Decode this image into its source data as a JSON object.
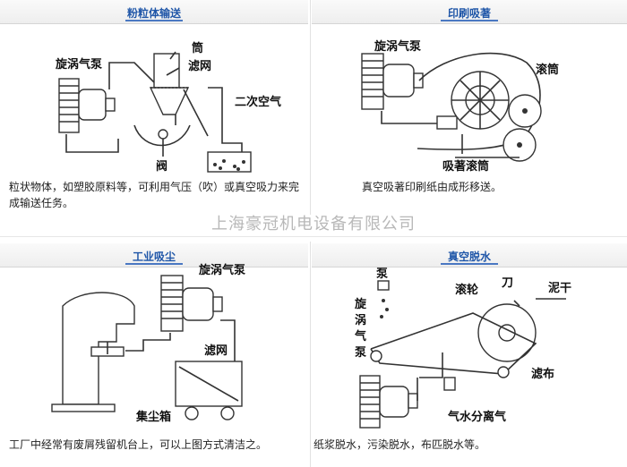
{
  "panels": {
    "powder": {
      "title": "粉粒体输送",
      "desc": "粒状物体，如塑胶原料等，可利用气压（吹）或真空吸力来完成输送任务。",
      "labels": {
        "pump": "旋涡气泵",
        "tube": "筒",
        "filter": "滤网",
        "secondary_air": "二次空气",
        "valve": "阀"
      }
    },
    "printing": {
      "title": "印刷吸著",
      "desc": "真空吸著印刷纸由成形移送。",
      "labels": {
        "pump": "旋涡气泵",
        "roller": "滚筒",
        "suction_roller": "吸著滚筒"
      }
    },
    "industrial": {
      "title": "工业吸尘",
      "desc": "工厂中经常有废屑残留机台上，可以上图方式清洁之。",
      "labels": {
        "pump": "旋涡气泵",
        "filter": "滤网",
        "dust_box": "集尘箱"
      }
    },
    "dewatering": {
      "title": "真空脱水",
      "desc": "纸浆脱水，污染脱水，布匹脱水等。",
      "labels": {
        "pump_top": "泵",
        "roller": "滚轮",
        "knife": "刀",
        "mud": "泥干",
        "pump_side": "旋涡气泵",
        "cloth": "滤布",
        "separator": "气水分离气"
      }
    }
  },
  "watermark": "上海豪冠机电设备有限公司"
}
